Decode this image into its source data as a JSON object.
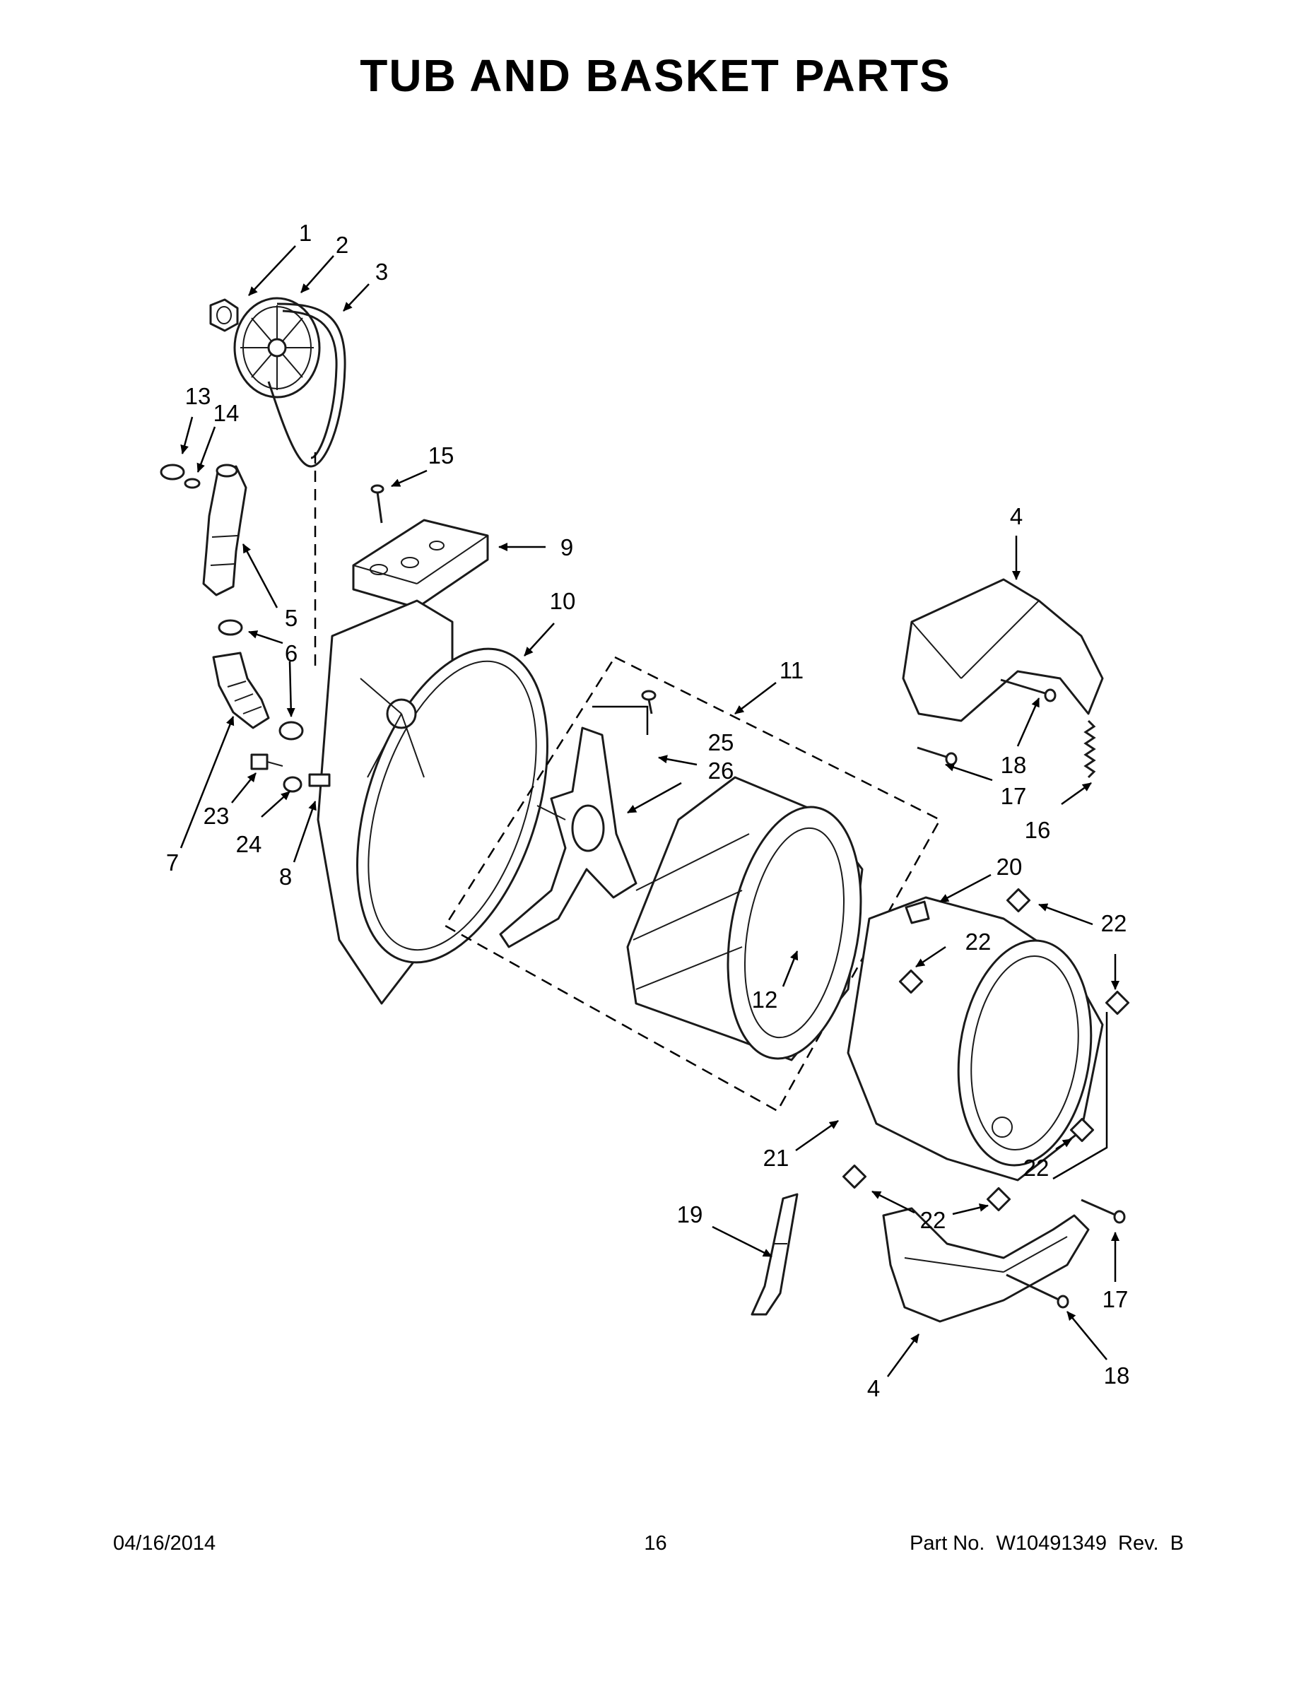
{
  "title": "TUB AND BASKET PARTS",
  "footer": {
    "date": "04/16/2014",
    "page": "16",
    "part_number": "Part No.  W10491349  Rev.  B"
  },
  "callouts": [
    "1",
    "2",
    "3",
    "4",
    "5",
    "6",
    "7",
    "8",
    "9",
    "10",
    "11",
    "12",
    "13",
    "14",
    "15",
    "16",
    "17",
    "18",
    "19",
    "20",
    "21",
    "22",
    "23",
    "24",
    "25",
    "26"
  ]
}
